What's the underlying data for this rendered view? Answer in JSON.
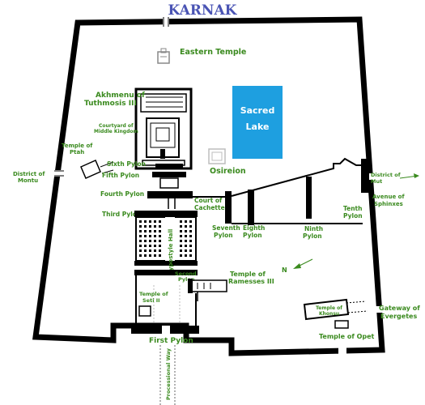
{
  "title": "KARNAK",
  "colors": {
    "title": "#4a54b4",
    "label": "#3a8a1e",
    "wall": "#000000",
    "lake": "#1e9fe0",
    "lake_text": "#ffffff",
    "dim": "#bdbdbd"
  },
  "labels": {
    "eastern_temple": "Eastern Temple",
    "akhmenu_1": "Akhmenu of",
    "akhmenu_2": "Tuthmosis III",
    "courtyard_1": "Courtyard of",
    "courtyard_2": "Middle Kingdom",
    "sacred_lake_1": "Sacred",
    "sacred_lake_2": "Lake",
    "osireion": "Osireion",
    "temple_ptah_1": "Temple of",
    "temple_ptah_2": "Ptah",
    "district_montu_1": "District of",
    "district_montu_2": "Montu",
    "sixth_pylon": "Sixth Pylon",
    "fifth_pylon": "Fifth Pylon",
    "fourth_pylon": "Fourth Pylon",
    "third_pylon": "Third Pylon",
    "court_cachette_1": "Court of",
    "court_cachette_2": "Cachette",
    "seventh_pylon_1": "Seventh",
    "seventh_pylon_2": "Pylon",
    "eighth_pylon_1": "Eighth",
    "eighth_pylon_2": "Pylon",
    "ninth_pylon_1": "Ninth",
    "ninth_pylon_2": "Pylon",
    "tenth_pylon_1": "Tenth",
    "tenth_pylon_2": "Pylon",
    "district_mut_1": "District of",
    "district_mut_2": "Mut",
    "avenue_sphinxes_1": "Avenue of",
    "avenue_sphinxes_2": "Sphinxes",
    "north": "N",
    "hypostyle_hall": "Hypostyle Hall",
    "second_pylon_1": "Second",
    "second_pylon_2": "Pylon",
    "temple_ramesses_1": "Temple of",
    "temple_ramesses_2": "Ramesses III",
    "temple_seti_1": "Temple of",
    "temple_seti_2": "Seti II",
    "temple_khonsu_1": "Temple of",
    "temple_khonsu_2": "Khonsu",
    "gateway_evergetes_1": "Gateway of",
    "gateway_evergetes_2": "Evergetes",
    "temple_opet": "Temple of Opet",
    "first_pylon": "First Pylon",
    "processional_way": "Processional Way"
  }
}
